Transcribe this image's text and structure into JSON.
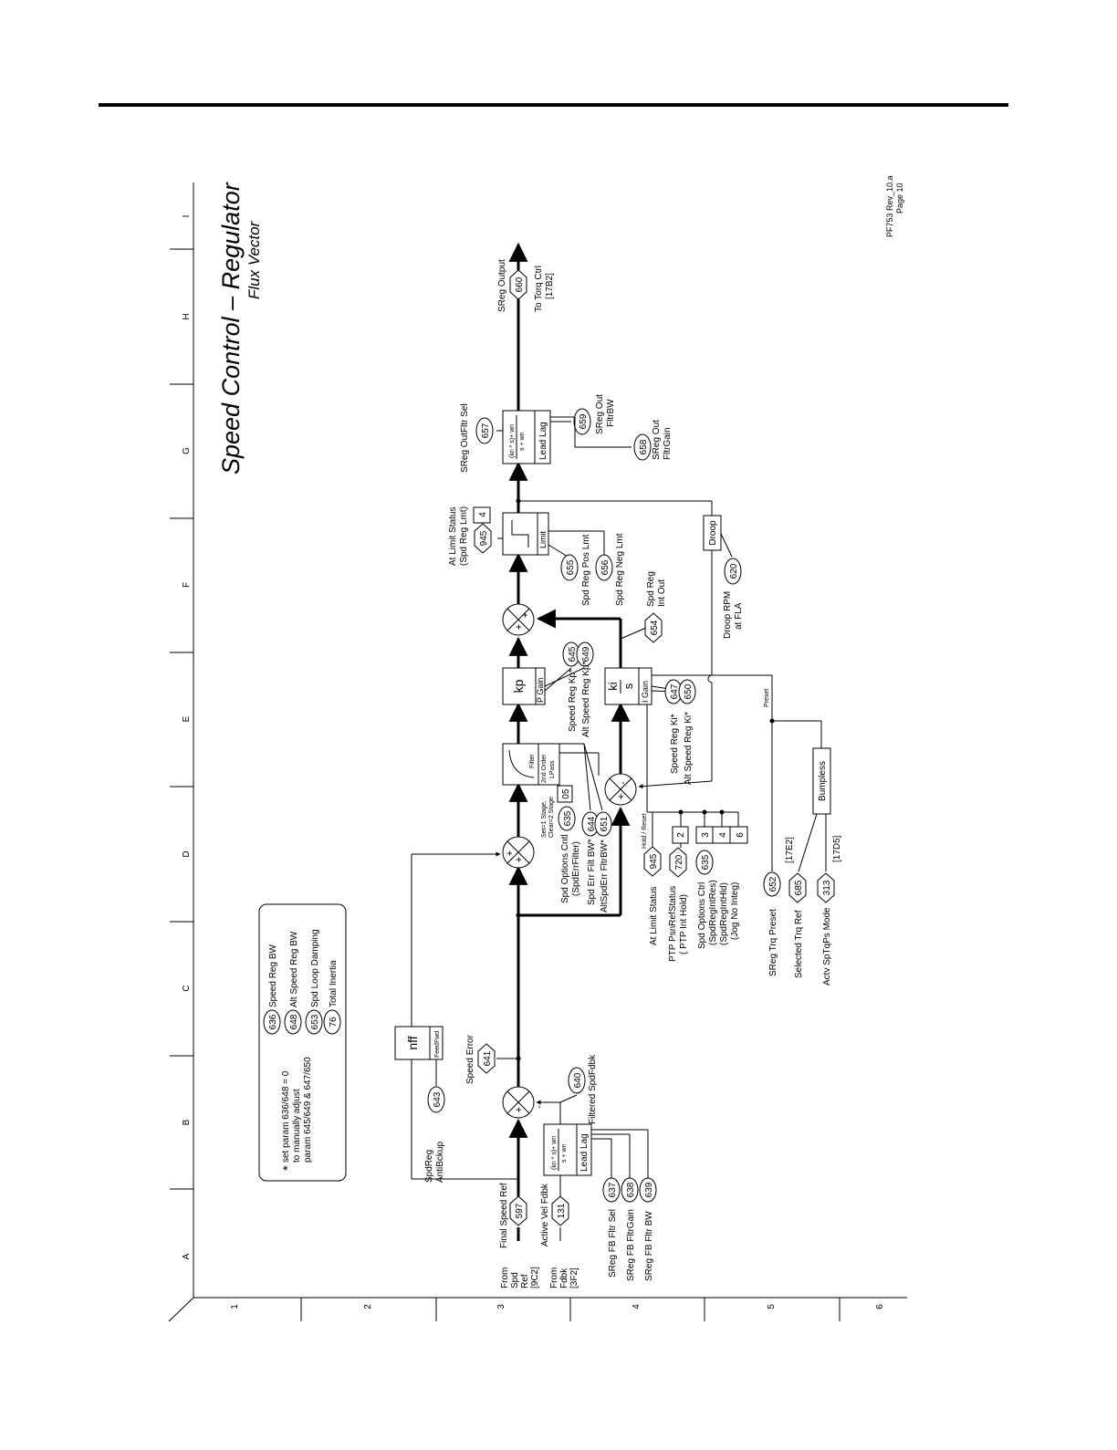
{
  "title": "Speed Control – Regulator",
  "subtitle": "Flux Vector",
  "page_ref": {
    "rev": "PF753 Rev_10.a",
    "page": "Page 10"
  },
  "grid": {
    "columns": [
      "A",
      "B",
      "C",
      "D",
      "E",
      "F",
      "G",
      "H",
      "I"
    ],
    "rows": [
      "1",
      "2",
      "3",
      "4",
      "5",
      "6"
    ]
  },
  "note": {
    "star": "*",
    "lines": [
      "set param 636/648 = 0",
      "to manually adjust",
      "param 645/649 & 647/650"
    ],
    "params": [
      {
        "num": "636",
        "label": "Speed Reg BW"
      },
      {
        "num": "648",
        "label": "Alt Speed Reg BW"
      },
      {
        "num": "653",
        "label": "Spd Loop Damping"
      },
      {
        "num": "76",
        "label": "Total Inertia"
      }
    ]
  },
  "inputs": {
    "spd_from": [
      "From",
      "Spd",
      "Ref",
      "[9C2]"
    ],
    "fdbk_from": [
      "From",
      "Fdbk",
      "[3F2]"
    ],
    "final_speed_ref": {
      "num": "597",
      "label": "Final Speed Ref"
    },
    "active_vel_fdbk": {
      "num": "131",
      "label": "Active Vel Fdbk"
    }
  },
  "fb_filter": {
    "formula_top": "(kn * s)+ wn",
    "formula_bot": "s + wn",
    "label": "Lead Lag",
    "params": [
      {
        "num": "637",
        "label": "SReg FB Fltr Sel"
      },
      {
        "num": "638",
        "label": "SReg FB FltrGain"
      },
      {
        "num": "639",
        "label": "SReg FB Fltr BW"
      }
    ]
  },
  "filtered_fdbk": {
    "num": "640",
    "label": "Filtered SpdFdbk"
  },
  "speed_error": {
    "num": "641",
    "label": "Speed Error"
  },
  "antibckup": {
    "num": "643",
    "label": [
      "SpdReg",
      "AntiBckup"
    ]
  },
  "nff": {
    "label": "nff",
    "sub": "FeedFwd"
  },
  "err_filter": {
    "opt": {
      "num": "635",
      "label": [
        "Spd Options Cntl",
        "(SpdErrFilter)"
      ]
    },
    "stage": [
      "Set=1 Stage,",
      "Clear=2 Stage"
    ],
    "bit": "05",
    "bw": {
      "num": "644",
      "label": "Spd Err Filt BW*"
    },
    "alt_bw": {
      "num": "651",
      "label": "AltSpdErr FltrBW*"
    },
    "box": [
      "Filter",
      "2nd Order",
      "LPass"
    ]
  },
  "p_gain": {
    "sym": "kp",
    "label": "P Gain",
    "params": [
      {
        "num": "645",
        "label": "Speed Reg Kp*"
      },
      {
        "num": "649",
        "label": "Alt Speed Reg Kp*"
      }
    ]
  },
  "i_gain": {
    "num_sym": "ki",
    "den_sym": "s",
    "label": "I Gain",
    "params": [
      {
        "num": "647",
        "label": "Speed Reg Ki*"
      },
      {
        "num": "650",
        "label": "Alt Speed Reg Ki*"
      }
    ],
    "int_out": {
      "num": "654",
      "label": [
        "Spd Reg",
        "Int Out"
      ]
    },
    "preset_label": "Preset",
    "hold_label": "Hold / Reset"
  },
  "hold": {
    "at_limit": {
      "num": "945",
      "label": "At Limit Status"
    },
    "ptp": {
      "num": "720",
      "label": [
        "PTP PsnRefStatus",
        "( PTP Int Hold)"
      ],
      "bit": "2"
    },
    "opts": {
      "num": "635",
      "label": [
        "Spd Options Ctrl",
        "(SpdRegIntRes)",
        "(SpdRegIntHld)",
        "(Jog No Integ)"
      ],
      "bits": [
        "3",
        "4",
        "6"
      ]
    }
  },
  "bumpless": {
    "label": "Bumpless",
    "trq_preset": {
      "num": "652",
      "label": "SReg Trq Preset"
    },
    "sel_trq": {
      "num": "685",
      "label": "Selected Trq Ref",
      "ref": "[17E2]"
    },
    "mode": {
      "num": "313",
      "label": "Actv SpTqPs Mode",
      "ref": "[17D5]"
    }
  },
  "limit": {
    "label": "Limit",
    "status": {
      "num": "945",
      "label": [
        "At Limit Status",
        "(Spd Reg Lmt)"
      ],
      "bit": "4"
    },
    "pos": {
      "num": "655",
      "label": "Spd Reg Pos Lmt"
    },
    "neg": {
      "num": "656",
      "label": "Spd Reg Neg Lmt"
    }
  },
  "droop": {
    "label": "Droop",
    "num": "620",
    "desc": [
      "Droop RPM",
      "at FLA"
    ]
  },
  "out_filter": {
    "formula_top": "(kn * s)+ wn",
    "formula_bot": "s + wn",
    "label": "Lead Lag",
    "sel": {
      "num": "657",
      "label": "SReg OutFltr Sel"
    },
    "bw": {
      "num": "659",
      "label": [
        "SReg Out",
        "FltrBW"
      ]
    },
    "gain": {
      "num": "658",
      "label": [
        "SReg Out",
        "FltrGain"
      ]
    }
  },
  "output": {
    "num": "660",
    "label": "SReg Output",
    "to": [
      "To Torq Ctrl",
      "[17B2]"
    ]
  },
  "sum_signs": {
    "plus": "+",
    "minus": "-"
  }
}
